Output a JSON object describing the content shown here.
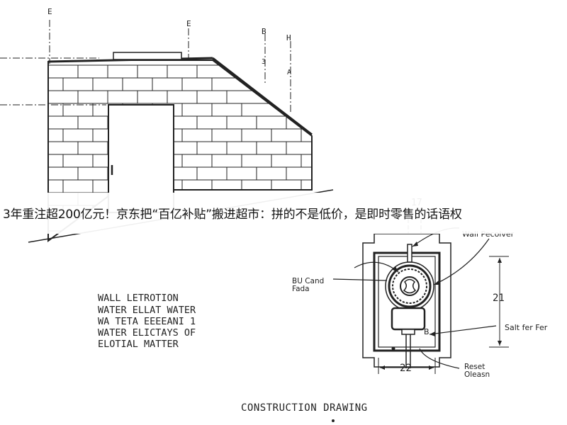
{
  "elevation": {
    "markers": [
      "E",
      "E",
      "B",
      "H"
    ],
    "marker_sublabels": [
      "3",
      "A"
    ]
  },
  "banner": {
    "text": "3年重注超200亿元！京东把“百亿补贴”搬进超市：拼的不是低价，是即时零售的话语权"
  },
  "detail": {
    "top_dimension": "17",
    "side_dimension": "21",
    "bottom_dimension": "22",
    "callouts": {
      "wall_receiver": "Wall Pecolver",
      "bu_band": [
        "BU Cand",
        "Fada"
      ],
      "salt_fer": "Salt fer Fer",
      "reset": [
        "Reset",
        "Oleasn"
      ]
    },
    "bottom_marker": "B"
  },
  "notes": {
    "lines": [
      "WALL LETROTION",
      "WATER ELLAT WATER",
      "WA TETA EEEEANI 1",
      "WATER ELICTAYS OF",
      "ELOTIAL MATTER"
    ]
  },
  "title": "CONSTRUCTION DRAWING",
  "colors": {
    "ink": "#222222",
    "banner_bg": "#ffffff"
  }
}
